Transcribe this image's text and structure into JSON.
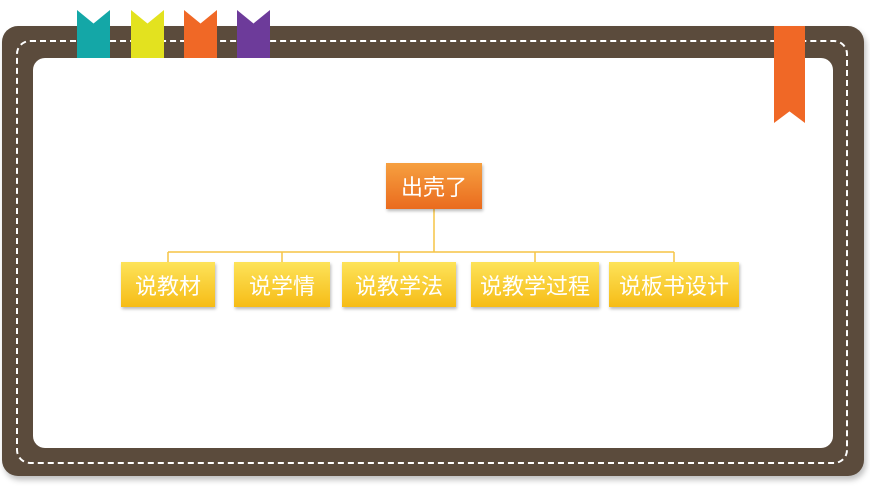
{
  "diagram": {
    "root": {
      "label": "出壳了"
    },
    "children": [
      {
        "label": "说教材"
      },
      {
        "label": "说学情"
      },
      {
        "label": "说教学法"
      },
      {
        "label": "说教学过程"
      },
      {
        "label": "说板书设计"
      }
    ]
  },
  "colors": {
    "frame": "#5b4b3c",
    "root_fill": "#ea6b1e",
    "child_fill": "#f6bc16",
    "connector": "#f5c445",
    "tabs": [
      "#14a7a7",
      "#e3e21f",
      "#f06826",
      "#6d3b9a"
    ],
    "ribbon": "#f06826"
  },
  "decorations": {
    "bookmark_tabs": [
      "teal-bookmark",
      "yellow-bookmark",
      "orange-bookmark",
      "purple-bookmark"
    ],
    "corner_ribbon": "orange-ribbon"
  }
}
